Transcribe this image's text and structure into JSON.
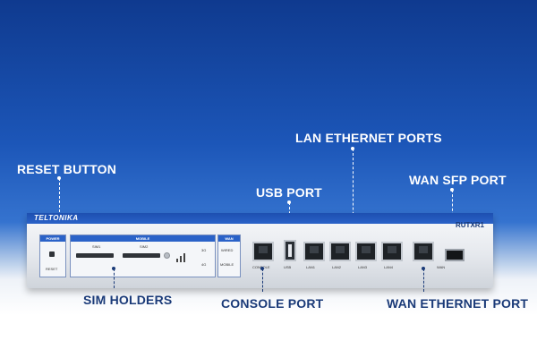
{
  "callouts": {
    "reset_button": "RESET BUTTON",
    "usb_port": "USB PORT",
    "lan_ethernet_ports": "LAN ETHERNET PORTS",
    "wan_sfp_port": "WAN SFP PORT",
    "sim_holders": "SIM HOLDERS",
    "console_port": "CONSOLE PORT",
    "wan_ethernet_port": "WAN ETHERNET PORT"
  },
  "device": {
    "brand": "TELTONIKA",
    "model": "RUTXR1",
    "sections": {
      "power": "POWER",
      "mobile": "MOBILE",
      "wan": "WAN"
    },
    "labels": {
      "reset": "RESET",
      "sim1": "SIM1",
      "sim2": "SIM2",
      "g3": "3G",
      "g4": "4G",
      "wired": "WIRED",
      "mobile": "MOBILE",
      "console": "CONSOLE",
      "usb": "USB",
      "lan1": "LAN1",
      "lan2": "LAN2",
      "lan3": "LAN3",
      "lan4": "LAN4",
      "wan": "WAN"
    }
  },
  "colors": {
    "background_top": "#0f3a8f",
    "accent": "#2a62c8",
    "callout_dark": "#1a3a78"
  }
}
